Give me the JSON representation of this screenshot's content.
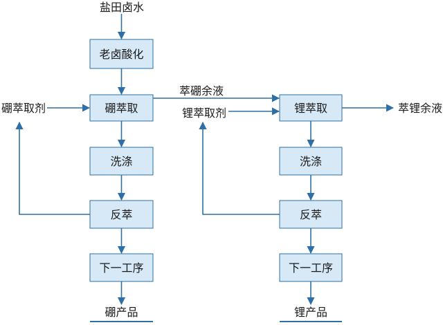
{
  "colors": {
    "box_fill": "#d7e9f7",
    "line": "#2d6fa6",
    "text": "#1a1a1a"
  },
  "input": {
    "label": "盐田卤水"
  },
  "boron_line": {
    "acidify": "老卤酸化",
    "extract": "硼萃取",
    "wash": "洗涤",
    "strip": "反萃",
    "next_step": "下一工序",
    "extractant": "硼萃取剂",
    "product": "硼产品"
  },
  "lithium_line": {
    "extract": "锂萃取",
    "wash": "洗涤",
    "strip": "反萃",
    "next_step": "下一工序",
    "extractant": "锂萃取剂",
    "product": "锂产品",
    "raffinate": "萃锂余液"
  },
  "transfer": {
    "raffinate": "萃硼余液"
  }
}
